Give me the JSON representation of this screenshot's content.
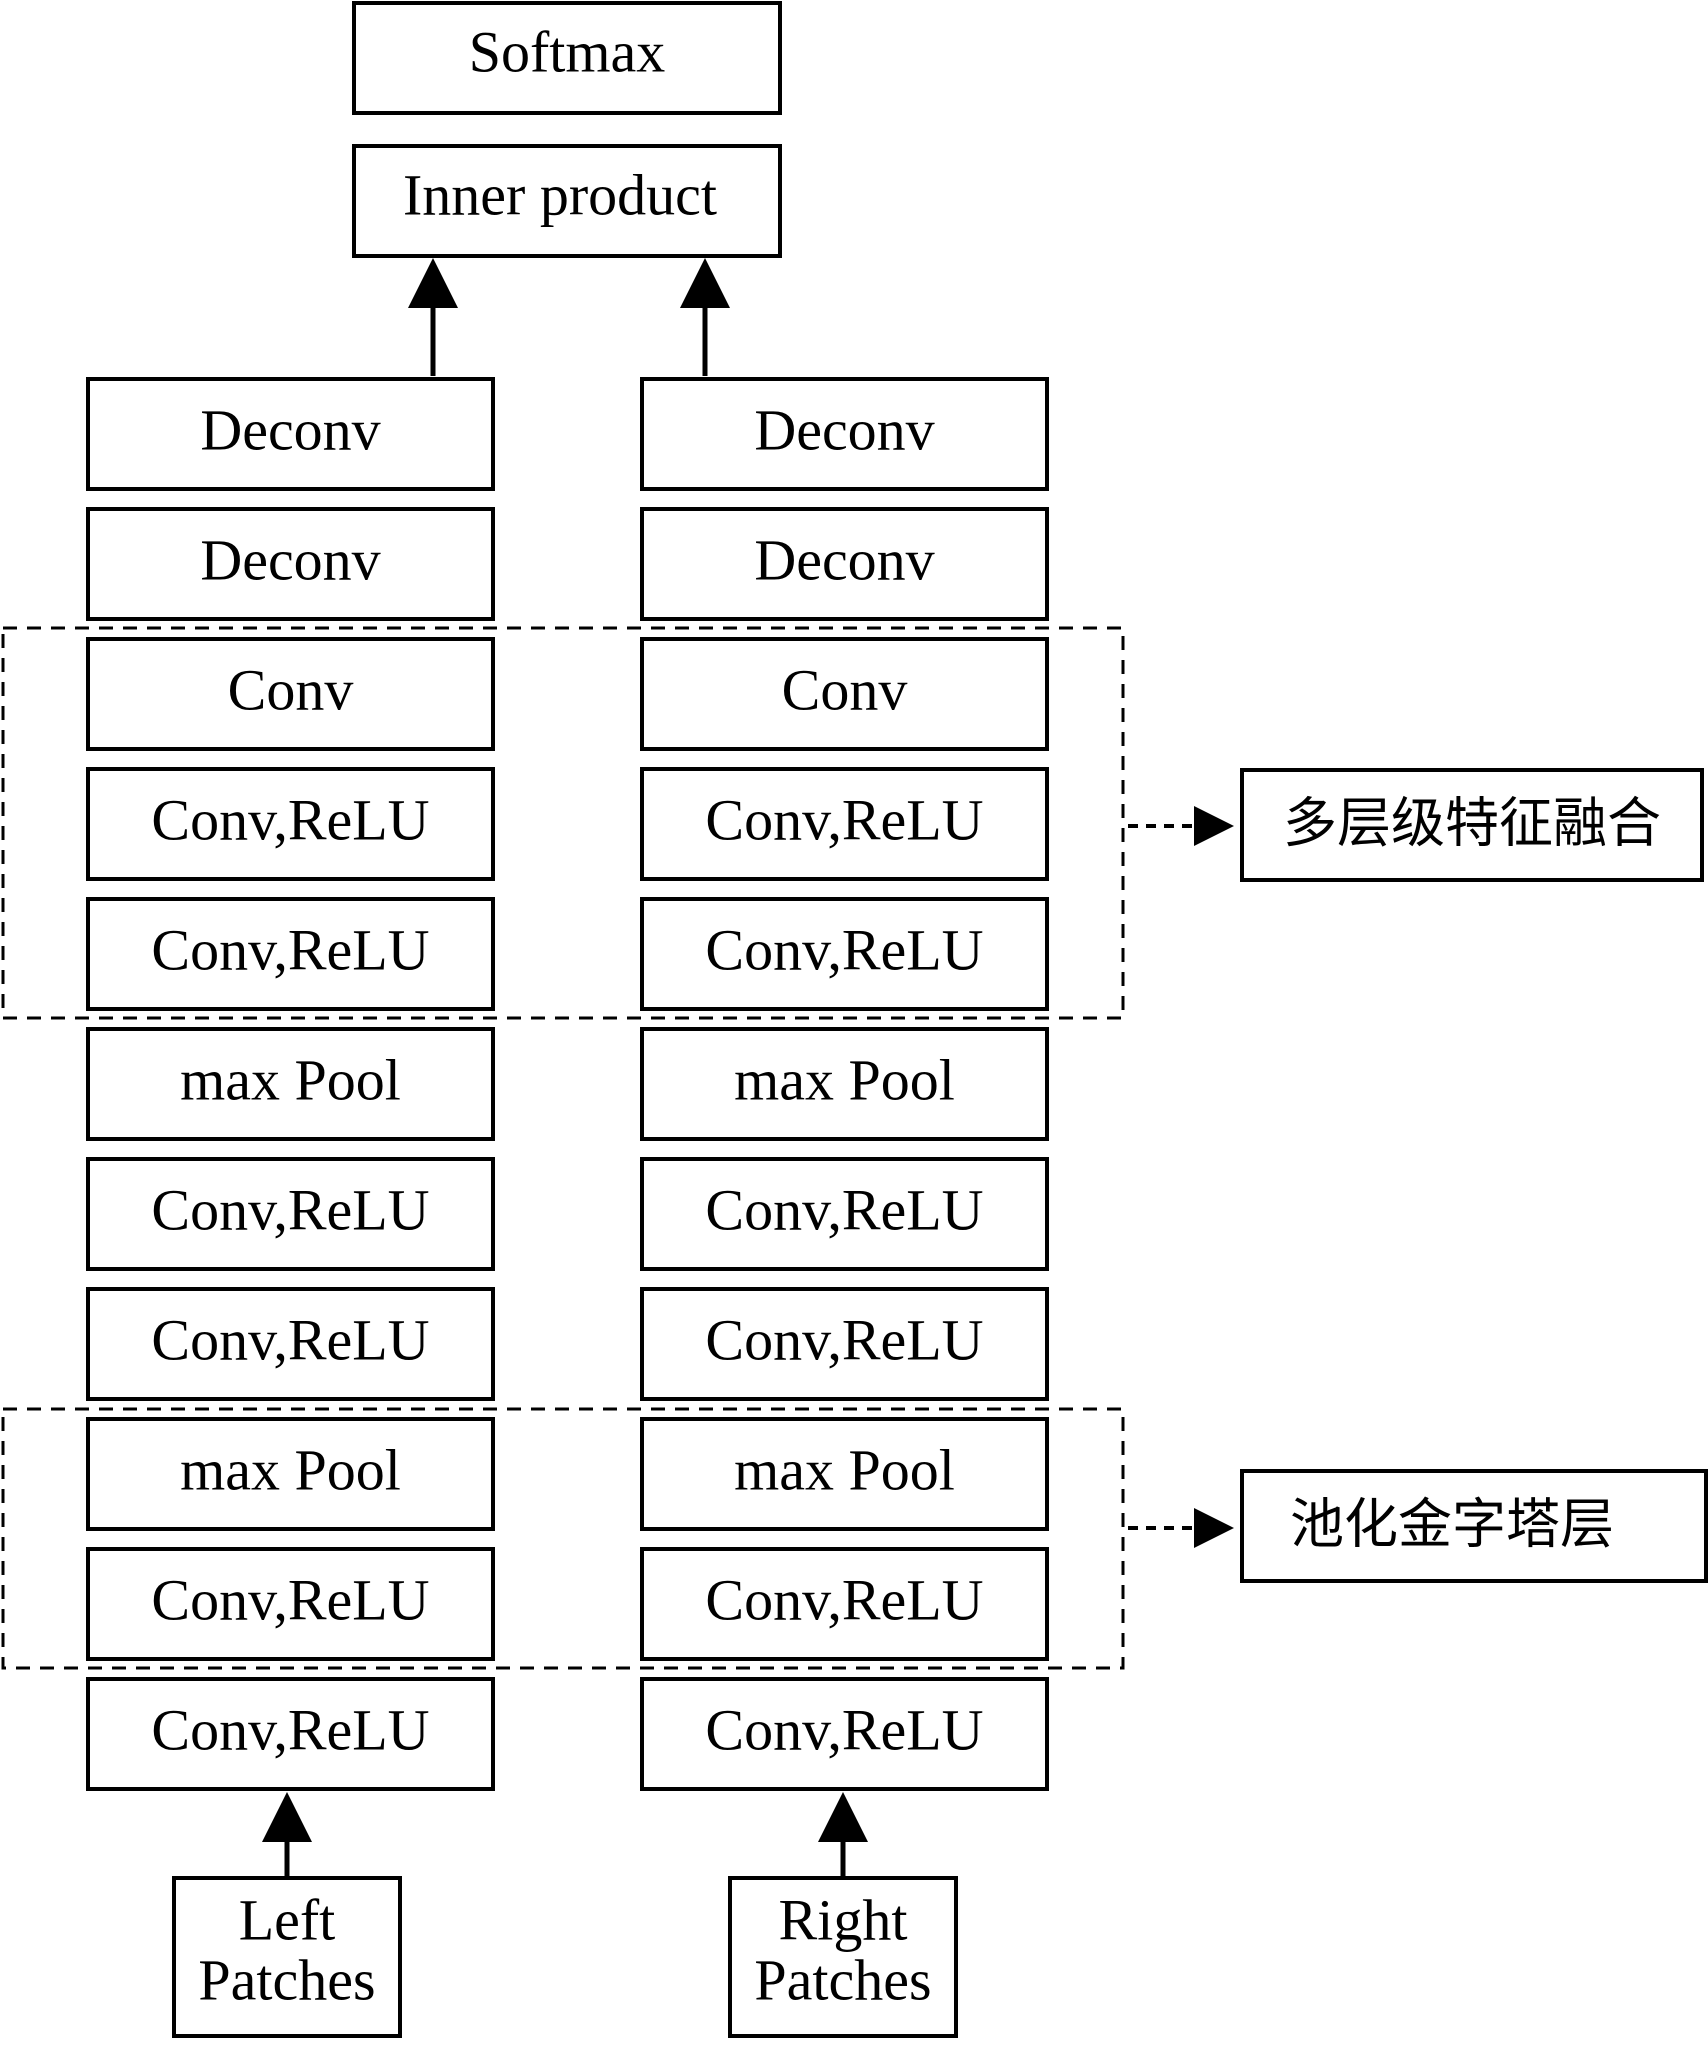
{
  "top": {
    "softmax": "Softmax",
    "inner_product": "Inner product"
  },
  "left_column": [
    "Deconv",
    "Deconv",
    "Conv",
    "Conv,ReLU",
    "Conv,ReLU",
    "max Pool",
    "Conv,ReLU",
    "Conv,ReLU",
    "max Pool",
    "Conv,ReLU",
    "Conv,ReLU"
  ],
  "right_column": [
    "Deconv",
    "Deconv",
    "Conv",
    "Conv,ReLU",
    "Conv,ReLU",
    "max Pool",
    "Conv,ReLU",
    "Conv,ReLU",
    "max Pool",
    "Conv,ReLU",
    "Conv,ReLU"
  ],
  "inputs": {
    "left": {
      "line1": "Left",
      "line2": "Patches"
    },
    "right": {
      "line1": "Right",
      "line2": "Patches"
    }
  },
  "groups": {
    "fusion_label": "多层级特征融合",
    "pyramid_label": "池化金字塔层"
  }
}
